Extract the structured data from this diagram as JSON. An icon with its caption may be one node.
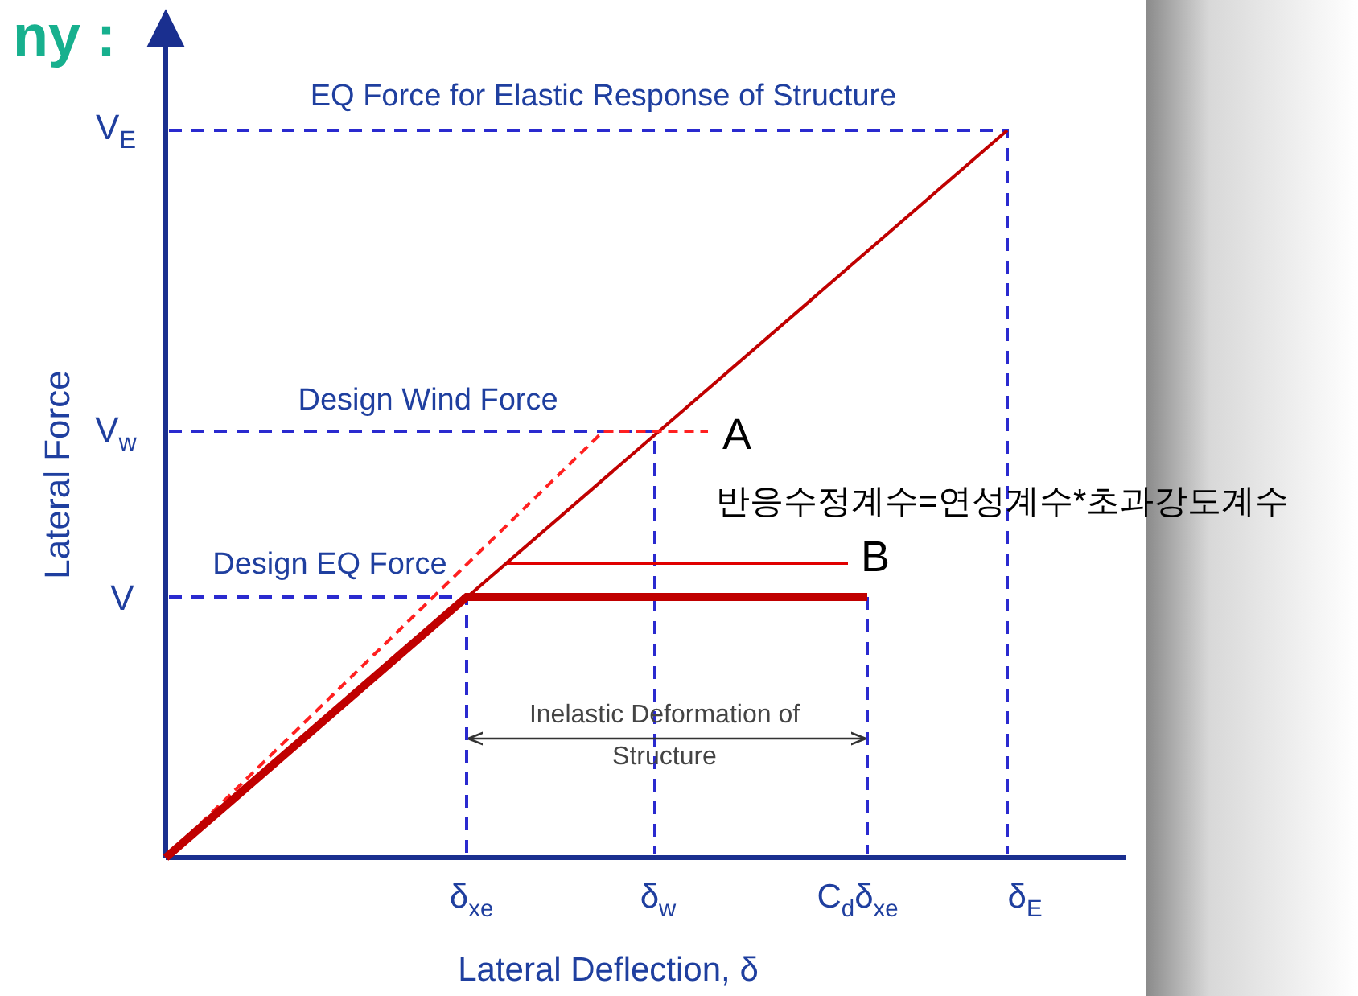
{
  "diagram": {
    "labels": [
      "ny :",
      "EQ Force for Elastic Response of Structure",
      "V$_{E}$",
      "Design Wind Force",
      "V$_{w}$",
      "A",
      "반응수정계수=연성계수*초과강도계수",
      "Design EQ Force",
      "B",
      "V",
      "Lateral Force",
      "Inelastic Deformation of Structure",
      "δ$_{xe}$",
      "δ$_{w}$",
      "C$_{d}$δ$_{xe}$",
      "δ$_{E}$",
      "Lateral Deflection, δ"
    ]
  }
}
